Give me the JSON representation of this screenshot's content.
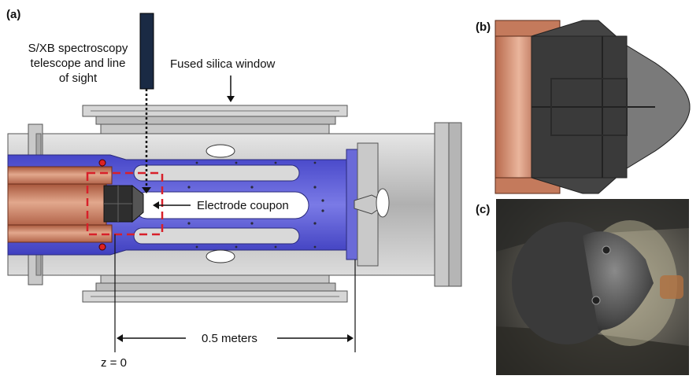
{
  "panels": {
    "a": "(a)",
    "b": "(b)",
    "c": "(c)"
  },
  "labels": {
    "telescope": [
      "S/XB spectroscopy",
      "telescope and line",
      "of sight"
    ],
    "window": "Fused silica window",
    "coupon": "Electrode coupon",
    "scale": "0.5 meters",
    "origin": "z = 0"
  },
  "colors": {
    "copper": "#c7785a",
    "blue_body": "#5b5bd6",
    "steel": "#b8b8b8",
    "dark_steel": "#4a4a4a",
    "graphite": "#3a3a3a",
    "dashed_box": "#d8202a"
  }
}
